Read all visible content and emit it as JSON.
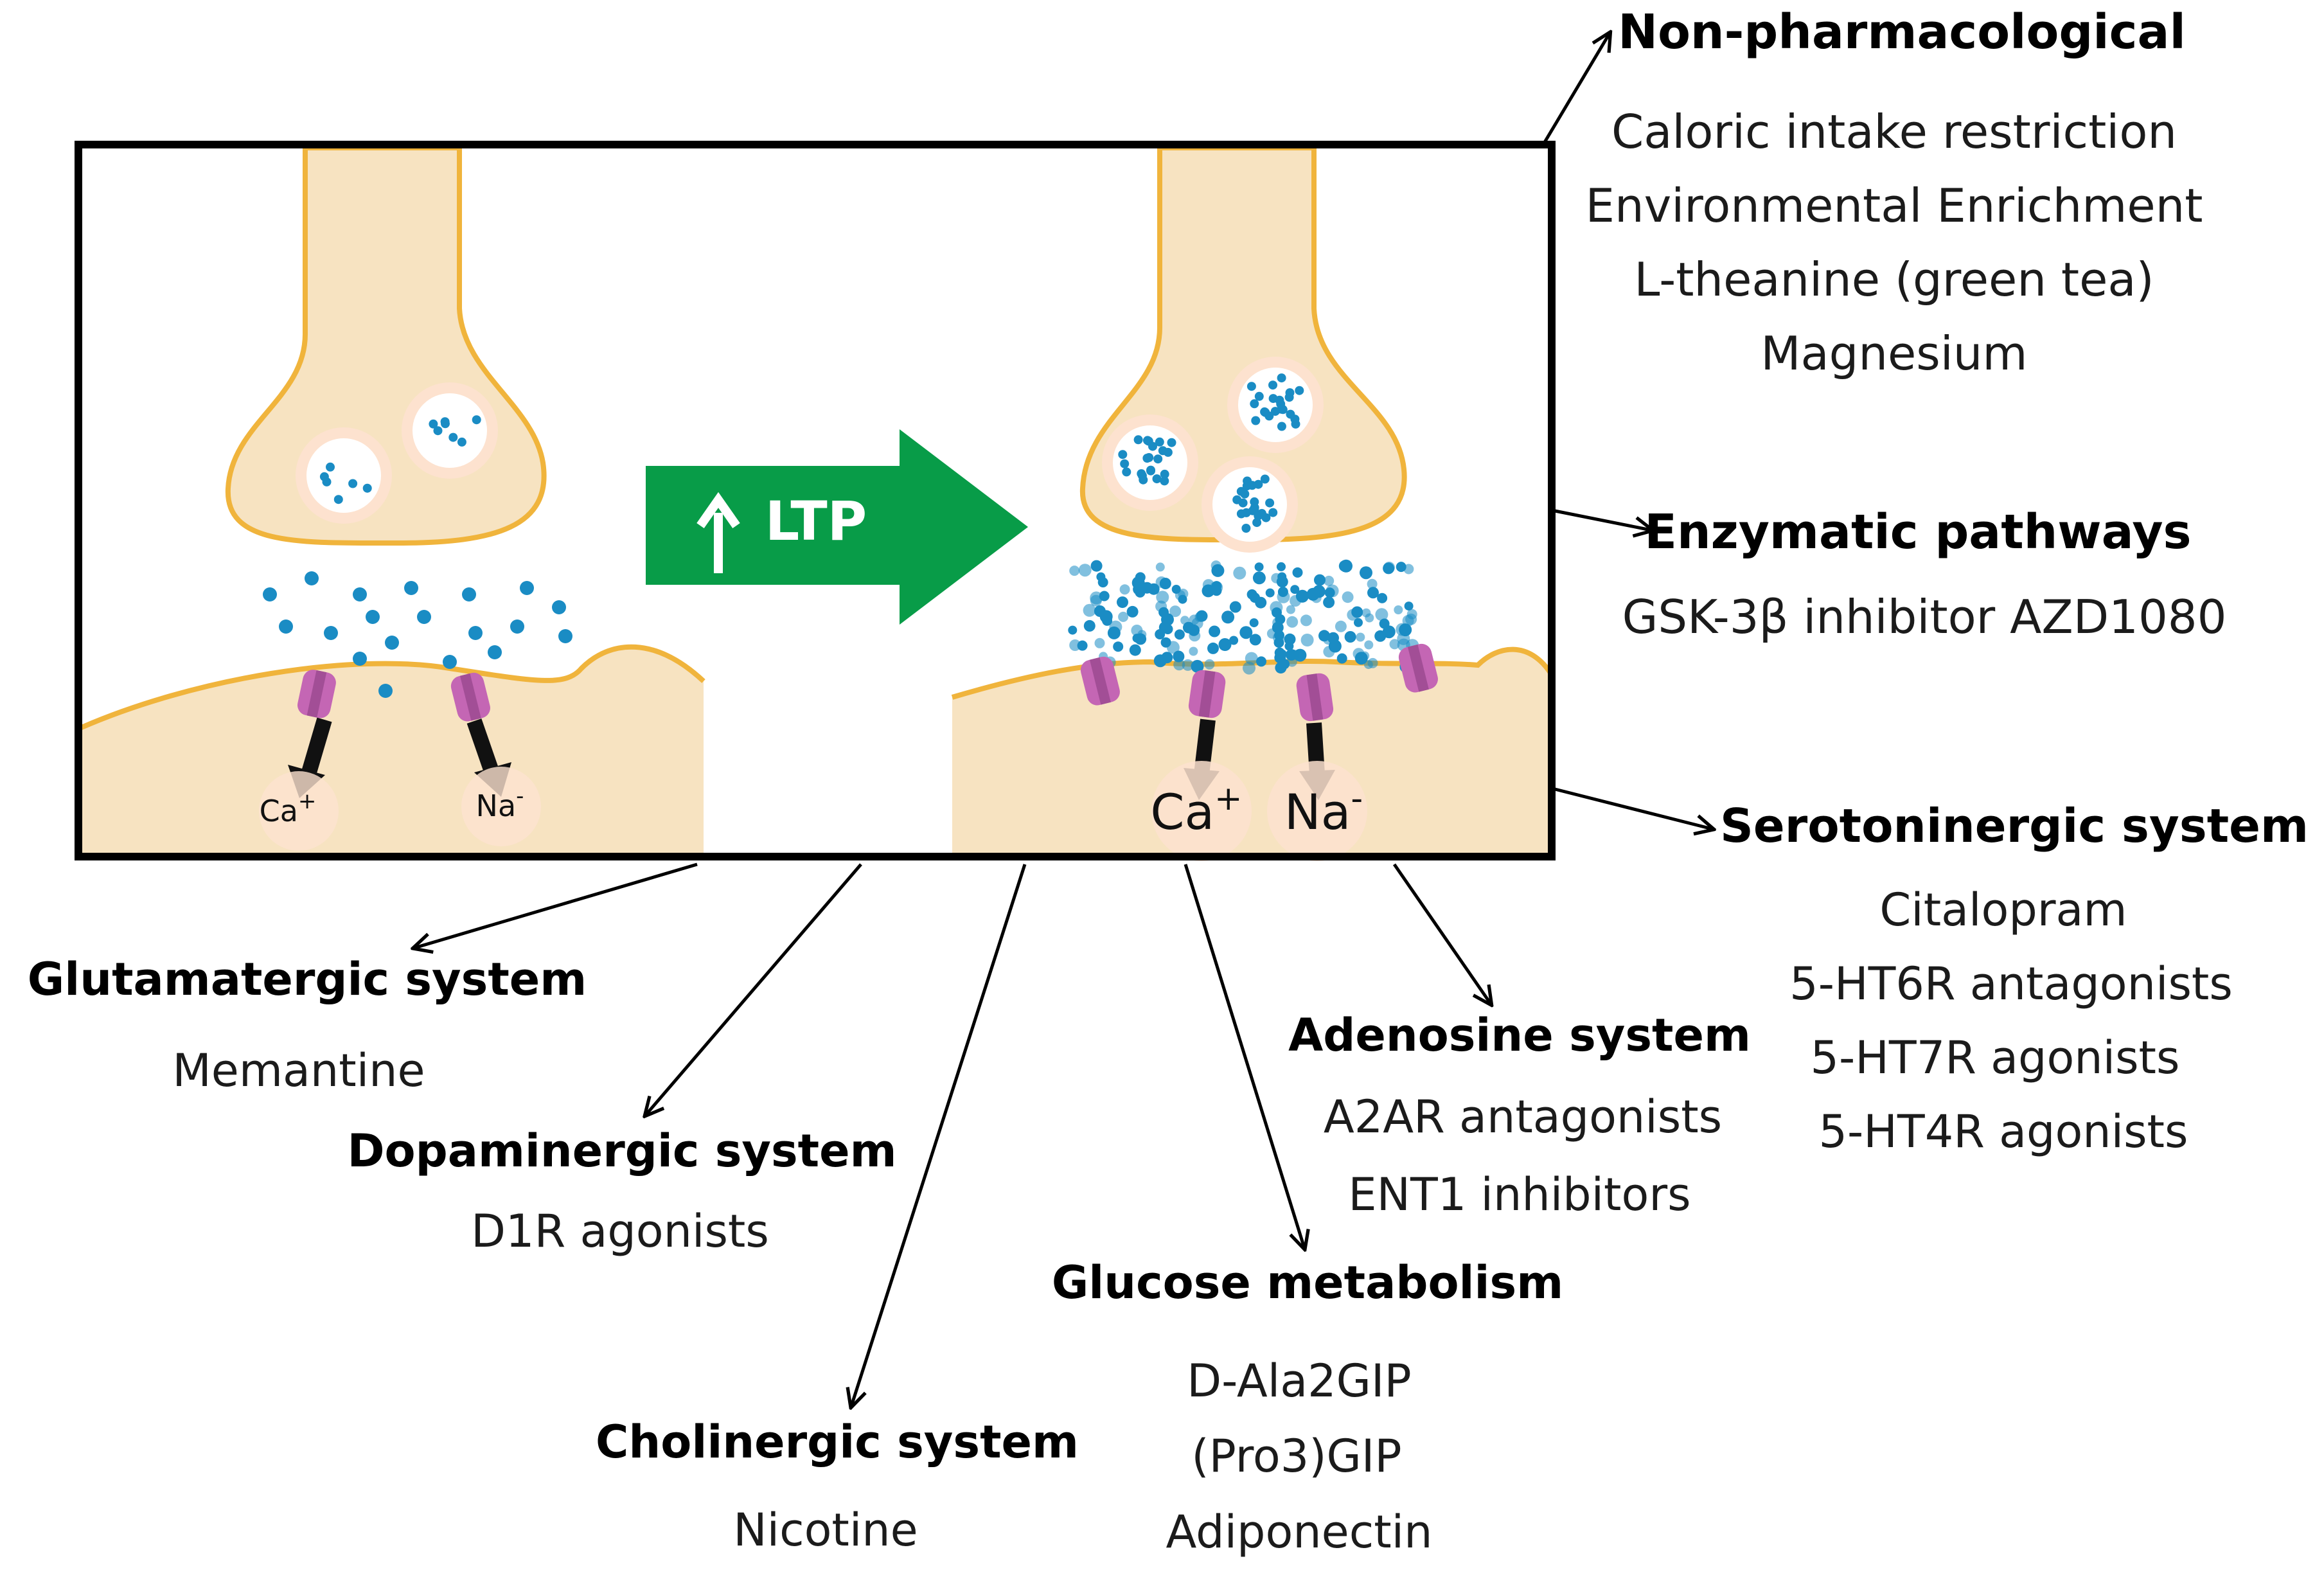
{
  "colors": {
    "cell_fill": "#f7e3c1",
    "cell_outline": "#f0b43c",
    "vesicle_outer": "#fde2cf",
    "vesicle_dot": "#1a8cc4",
    "receptor": "#c466b4",
    "ltp_arrow": "#089c48",
    "frame": "#000000",
    "ion_arrow": "#111111"
  },
  "arrow_label": "LTP",
  "ions": {
    "left_ca": "Ca",
    "left_ca_sup": "+",
    "left_na": "Na",
    "left_na_sup": "-",
    "right_ca": "Ca",
    "right_ca_sup": "+",
    "right_na": "Na",
    "right_na_sup": "-"
  },
  "groups": {
    "non_pharmacological": {
      "title": "Non-pharmacological",
      "items": [
        "Caloric intake restriction",
        "Environmental Enrichment",
        "L-theanine (green tea)",
        "Magnesium"
      ]
    },
    "enzymatic": {
      "title": "Enzymatic pathways",
      "items": [
        "GSK-3β inhibitor AZD1080"
      ]
    },
    "serotoninergic": {
      "title": "Serotoninergic system",
      "items": [
        "Citalopram",
        "5-HT6R antagonists",
        "5-HT7R agonists",
        "5-HT4R agonists"
      ]
    },
    "glutamatergic": {
      "title": "Glutamatergic system",
      "items": [
        "Memantine"
      ]
    },
    "dopaminergic": {
      "title": "Dopaminergic system",
      "items": [
        "D1R agonists"
      ]
    },
    "cholinergic": {
      "title": "Cholinergic system",
      "items": [
        "Nicotine"
      ]
    },
    "glucose": {
      "title": "Glucose metabolism",
      "items": [
        "D-Ala2GIP",
        "(Pro3)GIP",
        "Adiponectin"
      ]
    },
    "adenosine": {
      "title": "Adenosine system",
      "items": [
        "A2AR antagonists",
        "ENT1 inhibitors"
      ]
    }
  }
}
